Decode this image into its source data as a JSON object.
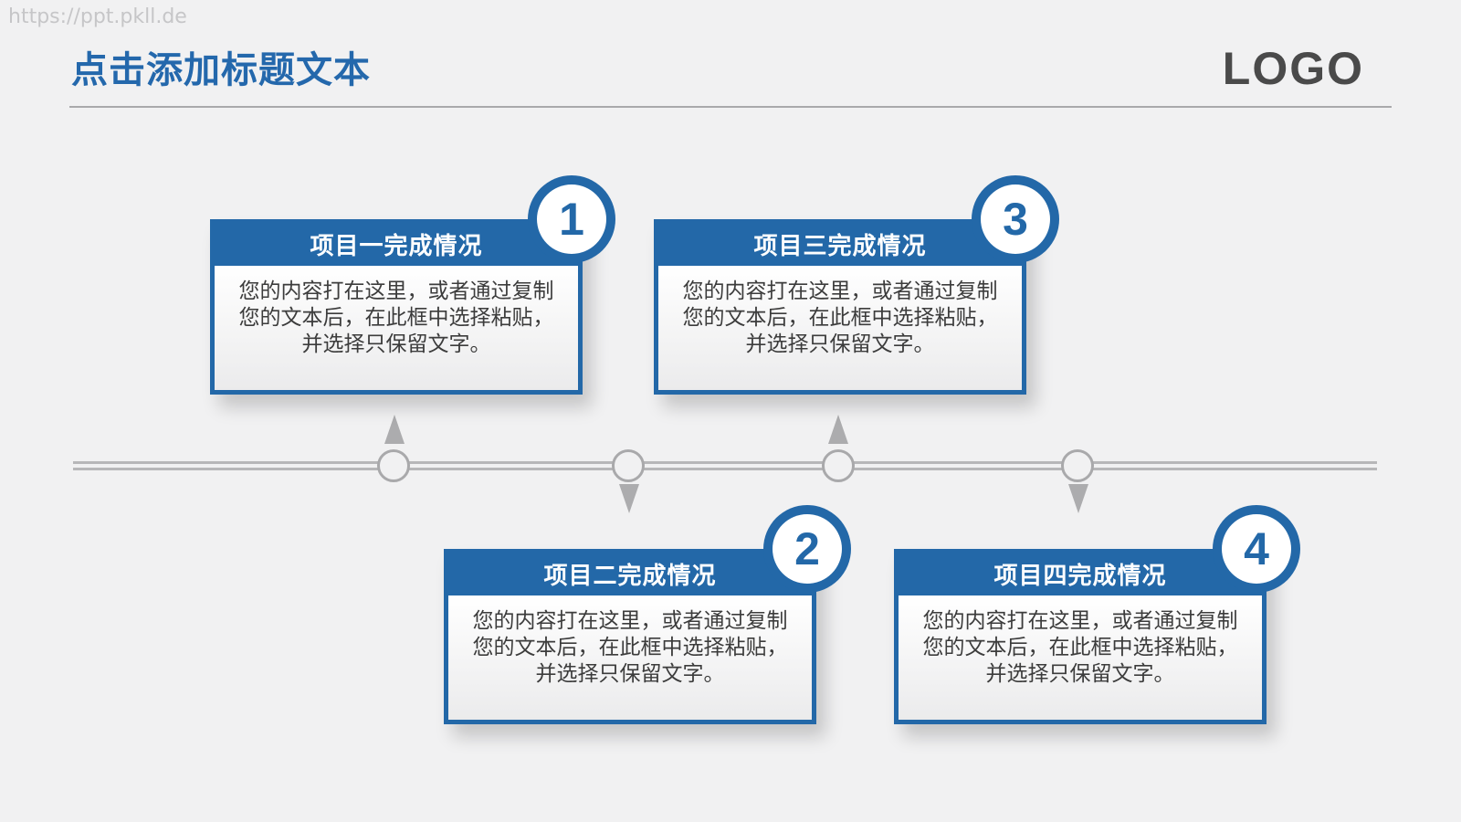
{
  "watermark": "https://ppt.pkll.de",
  "slide": {
    "title": "点击添加标题文本",
    "logo": "LOGO"
  },
  "colors": {
    "accent": "#2368a8",
    "title": "#2468ac",
    "timeline": "#b7b7b9",
    "background": "#f1f1f2"
  },
  "items": [
    {
      "number": "1",
      "title": "项目一完成情况",
      "body_line1": "您的内容打在这里，或者通过复制",
      "body_line2": "您的文本后，在此框中选择粘贴，",
      "body_line3": "并选择只保留文字。"
    },
    {
      "number": "2",
      "title": "项目二完成情况",
      "body_line1": "您的内容打在这里，或者通过复制",
      "body_line2": "您的文本后，在此框中选择粘贴，",
      "body_line3": "并选择只保留文字。"
    },
    {
      "number": "3",
      "title": "项目三完成情况",
      "body_line1": "您的内容打在这里，或者通过复制",
      "body_line2": "您的文本后，在此框中选择粘贴，",
      "body_line3": "并选择只保留文字。"
    },
    {
      "number": "4",
      "title": "项目四完成情况",
      "body_line1": "您的内容打在这里，或者通过复制",
      "body_line2": "您的文本后，在此框中选择粘贴，",
      "body_line3": "并选择只保留文字。"
    }
  ]
}
